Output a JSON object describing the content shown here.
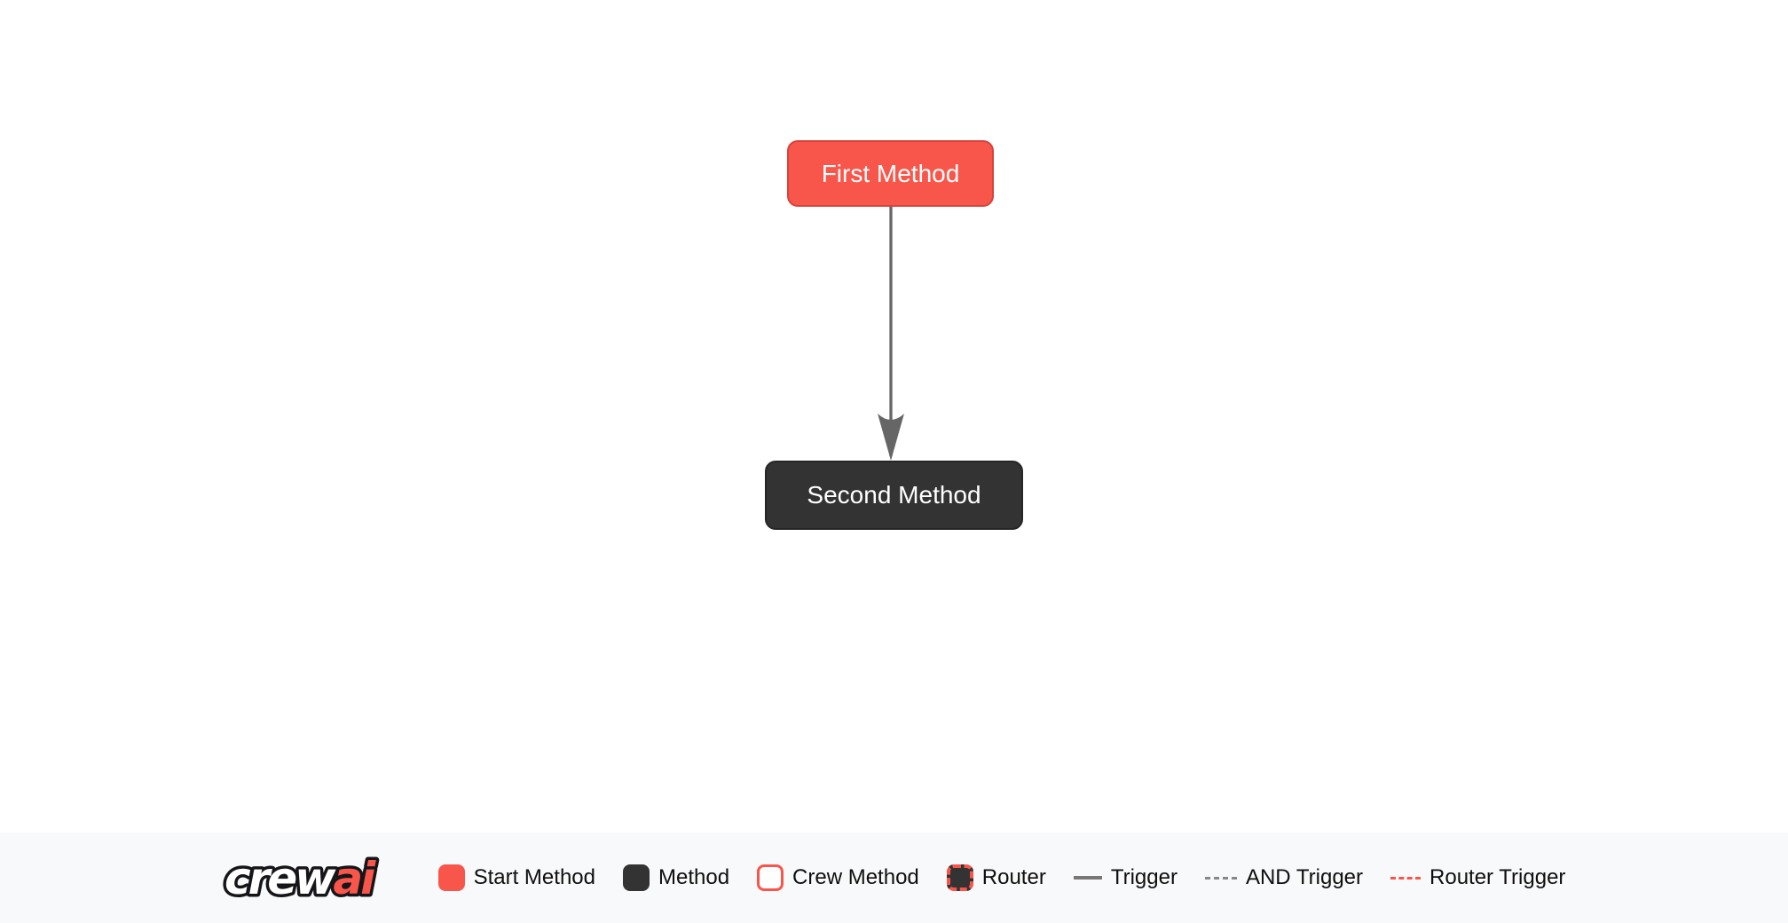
{
  "diagram": {
    "nodes": [
      {
        "label": "First Method",
        "type": "start-method"
      },
      {
        "label": "Second Method",
        "type": "method"
      }
    ],
    "edges": [
      {
        "from": "First Method",
        "to": "Second Method",
        "type": "trigger"
      }
    ]
  },
  "legend": {
    "logo": {
      "crew": "crew",
      "ai": "ai"
    },
    "items": [
      {
        "label": "Start Method",
        "swatch": "start-method-swatch"
      },
      {
        "label": "Method",
        "swatch": "method-swatch"
      },
      {
        "label": "Crew Method",
        "swatch": "crew-method-swatch"
      },
      {
        "label": "Router",
        "swatch": "router-swatch"
      },
      {
        "label": "Trigger",
        "swatch": "trigger-line"
      },
      {
        "label": "AND Trigger",
        "swatch": "and-trigger-line"
      },
      {
        "label": "Router Trigger",
        "swatch": "router-trigger-line"
      }
    ]
  },
  "colors": {
    "start_method_fill": "#f9564b",
    "start_method_border": "#d7423a",
    "method_fill": "#333333",
    "trigger_line": "#666666",
    "router_accent": "#f9564b",
    "legend_background": "#f8f9fa",
    "canvas_background": "#ffffff",
    "node_text": "#ffffff",
    "legend_text": "#0f0f0f"
  }
}
